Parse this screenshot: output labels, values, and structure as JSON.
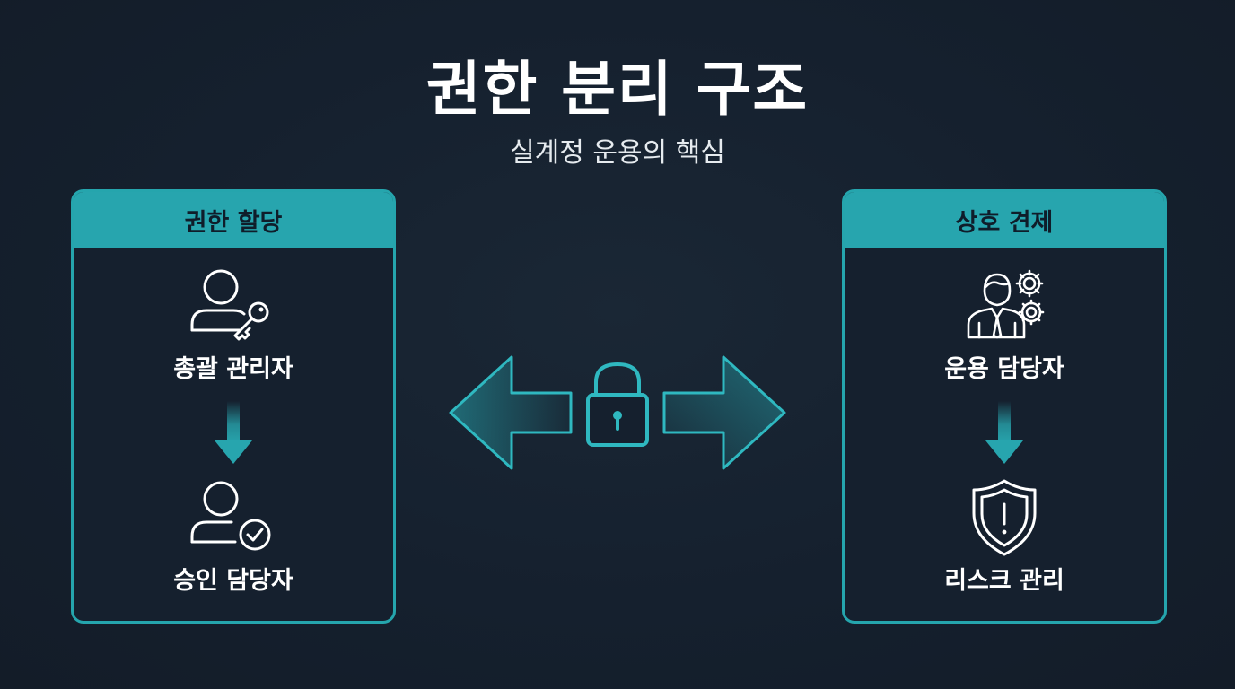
{
  "title": "권한 분리 구조",
  "subtitle": "실계정 운용의 핵심",
  "left_panel": {
    "header": "권한 할당",
    "top_node": {
      "label": "총괄 관리자",
      "icon": "user-key-icon"
    },
    "bottom_node": {
      "label": "승인 담당자",
      "icon": "user-check-icon"
    }
  },
  "right_panel": {
    "header": "상호 견제",
    "top_node": {
      "label": "운용 담당자",
      "icon": "businessman-gears-icon"
    },
    "bottom_node": {
      "label": "리스크 관리",
      "icon": "shield-alert-icon"
    }
  },
  "center": {
    "icon": "padlock-icon",
    "arrows": "bidirectional-arrows"
  },
  "colors": {
    "background": "#15202e",
    "accent": "#27a5ae",
    "header_text": "#0f1d2a",
    "text": "#ffffff"
  }
}
